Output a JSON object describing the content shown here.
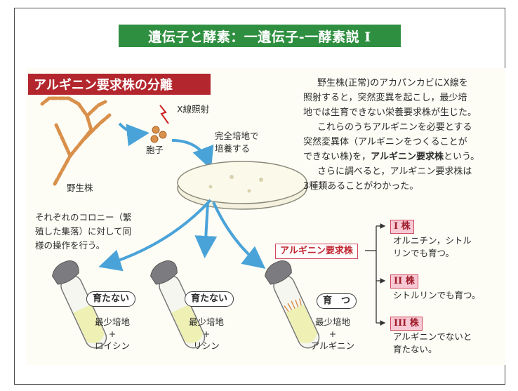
{
  "title": "遺伝子と酵素：一遺伝子-一酵素説 I",
  "heading": "アルギニン要求株の分離",
  "labels": {
    "xray": "X線照射",
    "spore": "胞子",
    "wild": "野生株",
    "culture": [
      "完全培地で",
      "培養する"
    ],
    "colony": [
      "それぞれのコロニー（繁",
      "殖した集落）に対して同",
      "様の操作を行う。"
    ]
  },
  "description": [
    "野生株(正常)のアカパンカビにX線を",
    "照射すると，突然変異を起こし，最少培",
    "地では生育できない栄養要求株が生じた。",
    "これらのうちアルギニンを必要とする",
    "突然変異体（アルギニンをつくることが",
    "できない株)を，",
    "アルギニン要求株",
    "という。",
    "さらに調べると，アルギニン要求株は",
    "3種類あることがわかった。"
  ],
  "tubes": [
    {
      "result": "育たない",
      "medium": [
        "最少培地",
        "+",
        "ロイシン"
      ]
    },
    {
      "result": "育たない",
      "medium": [
        "最少培地",
        "+",
        "リシン"
      ]
    },
    {
      "result": "育　つ",
      "medium": [
        "最少培地",
        "+",
        "アルギニン"
      ]
    }
  ],
  "mutant_label": "アルギニン要求株",
  "strains": [
    {
      "tag": "I 株",
      "desc": [
        "オルニチン，シトル",
        "リンでも育つ。"
      ]
    },
    {
      "tag": "II 株",
      "desc": [
        "シトルリンでも育つ。"
      ]
    },
    {
      "tag": "III 株",
      "desc": [
        "アルギニンでないと",
        "育たない。"
      ]
    }
  ],
  "colors": {
    "title_bg": "#2f8f40",
    "heading_bg": "#b3262d",
    "arrow": "#4aa3d8",
    "fungus": "#d9904a",
    "tag_pink": "#f7c9d4"
  }
}
